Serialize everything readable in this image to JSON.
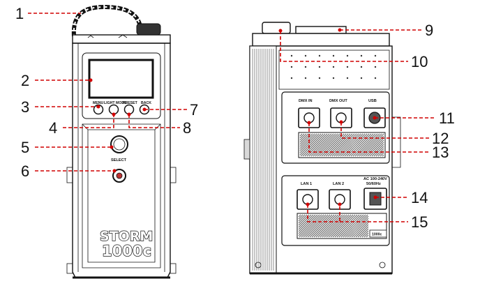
{
  "figure": {
    "front_labels": {
      "menu": "MENU",
      "light_mode": "LIGHT MODE",
      "preset": "PRESET",
      "back": "BACK",
      "select": "SELECT",
      "brand_line1": "STORM",
      "brand_line2": "1000c"
    },
    "side_labels": {
      "dmx_in": "DMX IN",
      "dmx_out": "DMX OUT",
      "usb": "USB",
      "lan1": "LAN 1",
      "lan2": "LAN 2",
      "ac_line1": "AC 100-240V",
      "ac_line2": "50/60Hz",
      "model_tag": "1000c"
    },
    "callouts": [
      "1",
      "2",
      "3",
      "4",
      "5",
      "6",
      "7",
      "8",
      "9",
      "10",
      "11",
      "12",
      "13",
      "14",
      "15"
    ],
    "leader_color": "#d10000"
  }
}
